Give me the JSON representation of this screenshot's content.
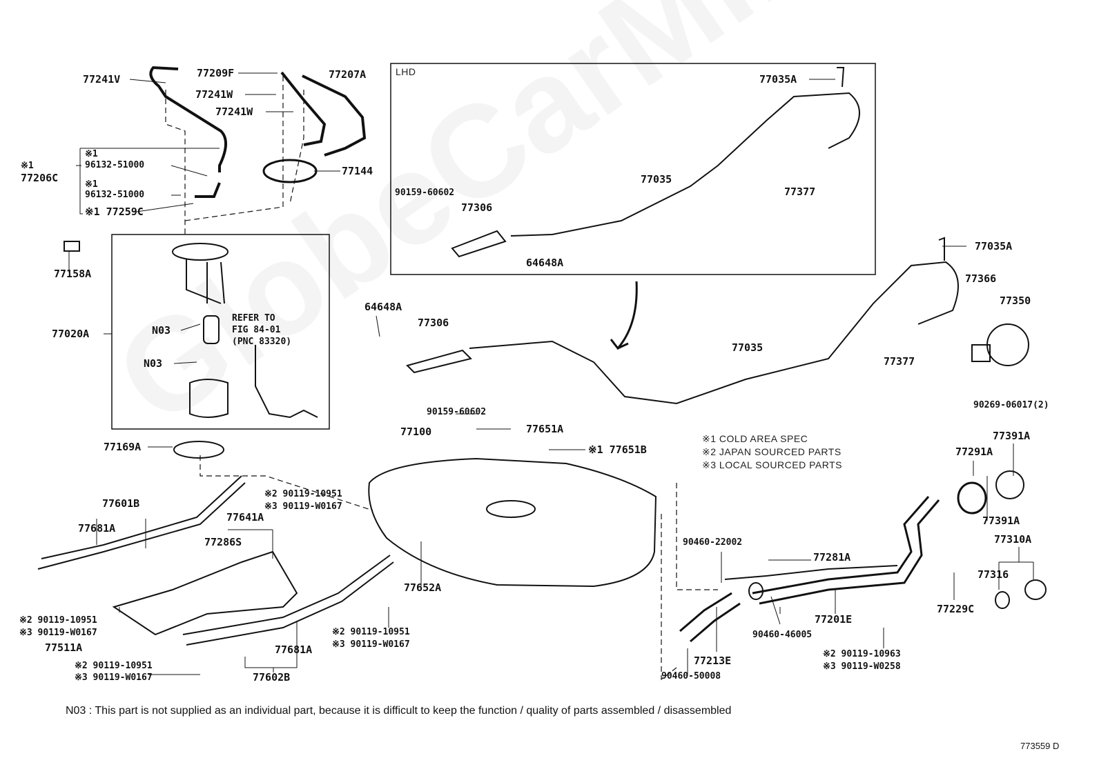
{
  "watermark": "GlobeCarMine.ru",
  "labels": [
    "77241V",
    "77209F",
    "77207A",
    "77241W",
    "77241W",
    "※1",
    "96132-51000",
    "※1",
    "77206C",
    "※1",
    "96132-51000",
    "※1 77259C",
    "77144",
    "77158A",
    "77020A",
    "N03",
    "N03",
    "REFER TO",
    "FIG 84-01",
    "(PNC 83320)",
    "LHD",
    "77035A",
    "77035",
    "77377",
    "90159-60602",
    "77306",
    "64648A",
    "77035A",
    "77366",
    "77350",
    "64648A",
    "77306",
    "77035",
    "77377",
    "90269-06017(2)",
    "90159-60602",
    "77100",
    "77651A",
    "※1 77651B",
    "※1 COLD AREA SPEC",
    "※2 JAPAN SOURCED PARTS",
    "※3 LOCAL SOURCED PARTS",
    "77391A",
    "77291A",
    "77169A",
    "※2 90119-10951",
    "※3 90119-W0167",
    "77601B",
    "77641A",
    "77681A",
    "77286S",
    "77391A",
    "77310A",
    "90460-22002",
    "77281A",
    "77316",
    "77652A",
    "77201E",
    "77229C",
    "※2 90119-10951",
    "※3 90119-W0167",
    "※2 90119-10951",
    "※3 90119-W0167",
    "90460-46005",
    "77511A",
    "77681A",
    "※2 90119-10963",
    "※3 90119-W0258",
    "77213E",
    "※2 90119-10951",
    "※3 90119-W0167",
    "90460-50008",
    "77602B"
  ],
  "footnote": "N03 : This part is not supplied as an individual part, because it is difficult to keep the function / quality of parts assembled / disassembled",
  "illustration_number": "773559 D"
}
